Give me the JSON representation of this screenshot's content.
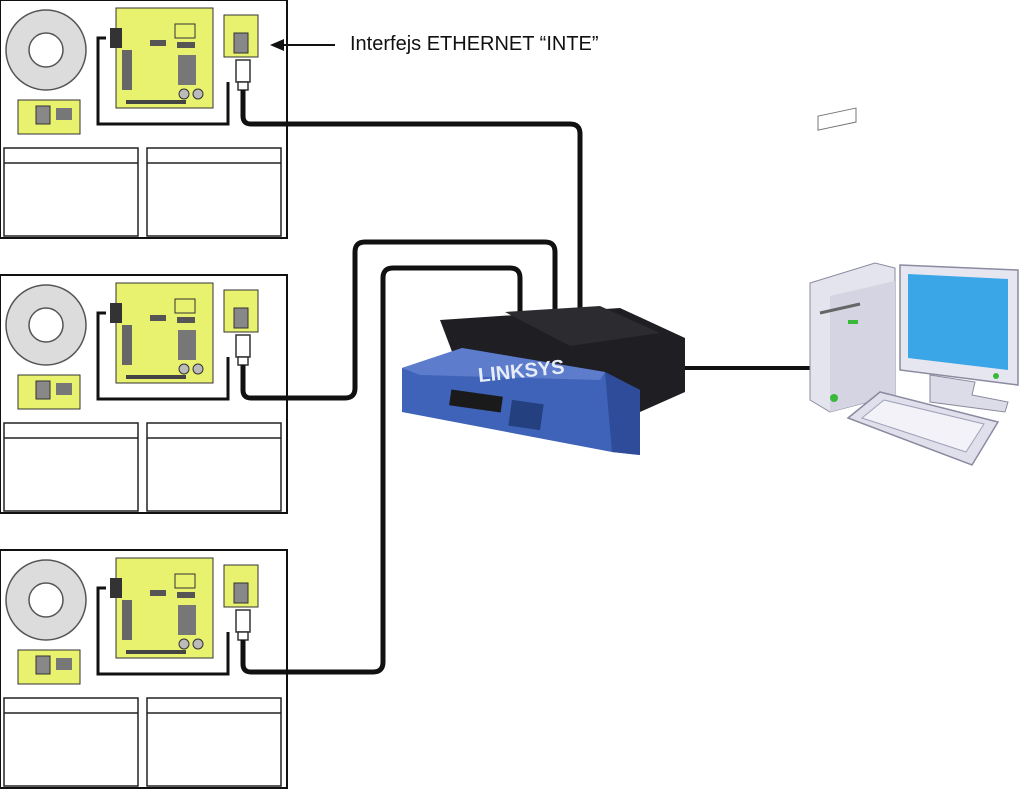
{
  "diagram": {
    "callout_label": "Interfejs ETHERNET “INTE”",
    "router_brand": "LINKSYS",
    "psu_units": [
      {
        "id": "psu-1"
      },
      {
        "id": "psu-2"
      },
      {
        "id": "psu-3"
      }
    ],
    "icons": [
      "toroidal-transformer-icon",
      "control-board-icon",
      "ethernet-interface-module-icon",
      "battery-icon",
      "router-icon",
      "desktop-computer-icon",
      "keyboard-icon",
      "arrow-left-icon"
    ],
    "colors": {
      "board": "#e8f26e",
      "cable": "#111111",
      "router_blue": "#3f63b8",
      "router_black": "#1f1f23",
      "monitor_screen": "#3aa6e8",
      "pc_case": "#e4e4ee"
    }
  }
}
